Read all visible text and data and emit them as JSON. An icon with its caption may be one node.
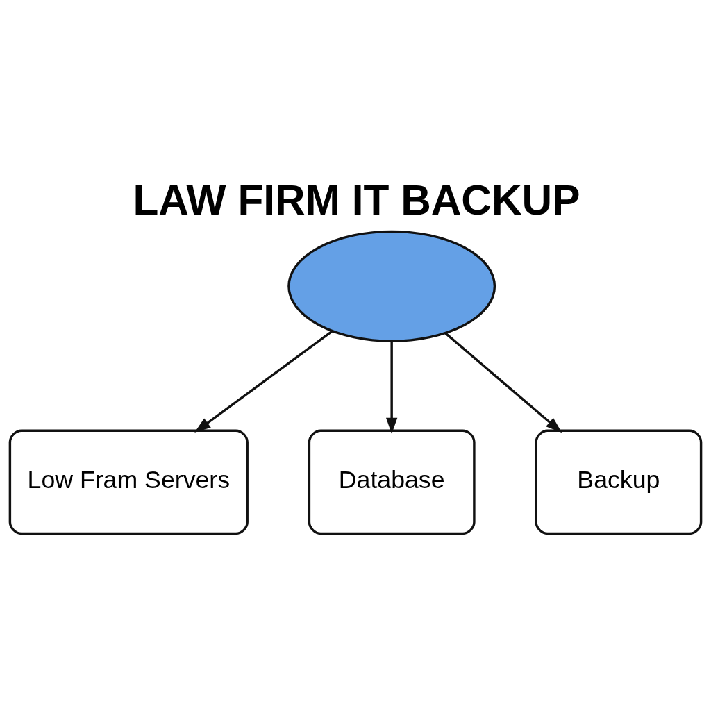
{
  "diagram": {
    "title": "LAW FIRM IT BACKUP",
    "nodes": [
      {
        "text": [],
        "shape": "cloud"
      },
      {
        "text": [
          "Low Fram Servers"
        ]
      },
      {
        "text": [
          "Database"
        ]
      },
      {
        "text": [
          "Backup"
        ]
      }
    ],
    "edges": [
      {
        "from": 0,
        "to": 1,
        "arrow": "to"
      },
      {
        "from": 0,
        "to": 2,
        "arrow": "to"
      },
      {
        "from": 0,
        "to": 3,
        "arrow": "to"
      }
    ]
  }
}
